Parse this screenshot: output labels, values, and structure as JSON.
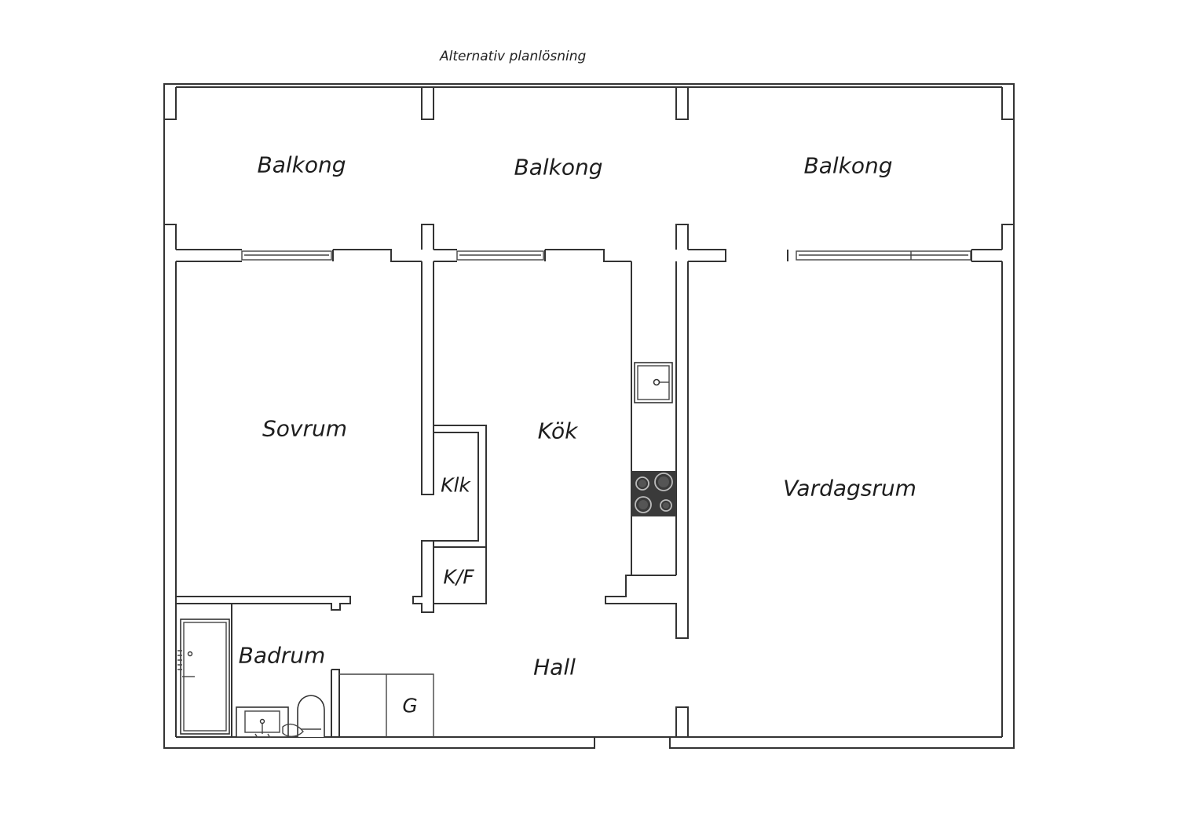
{
  "caption": "Alternativ planlösning",
  "rooms": {
    "balkong_1": "Balkong",
    "balkong_2": "Balkong",
    "balkong_3": "Balkong",
    "sovrum": "Sovrum",
    "kok": "Kök",
    "klk": "Klk",
    "kf": "K/F",
    "vardagsrum": "Vardagsrum",
    "badrum": "Badrum",
    "hall": "Hall",
    "g": "G"
  },
  "colors": {
    "wall": "#333333",
    "stove": "#3a3a3a",
    "background": "#ffffff"
  }
}
